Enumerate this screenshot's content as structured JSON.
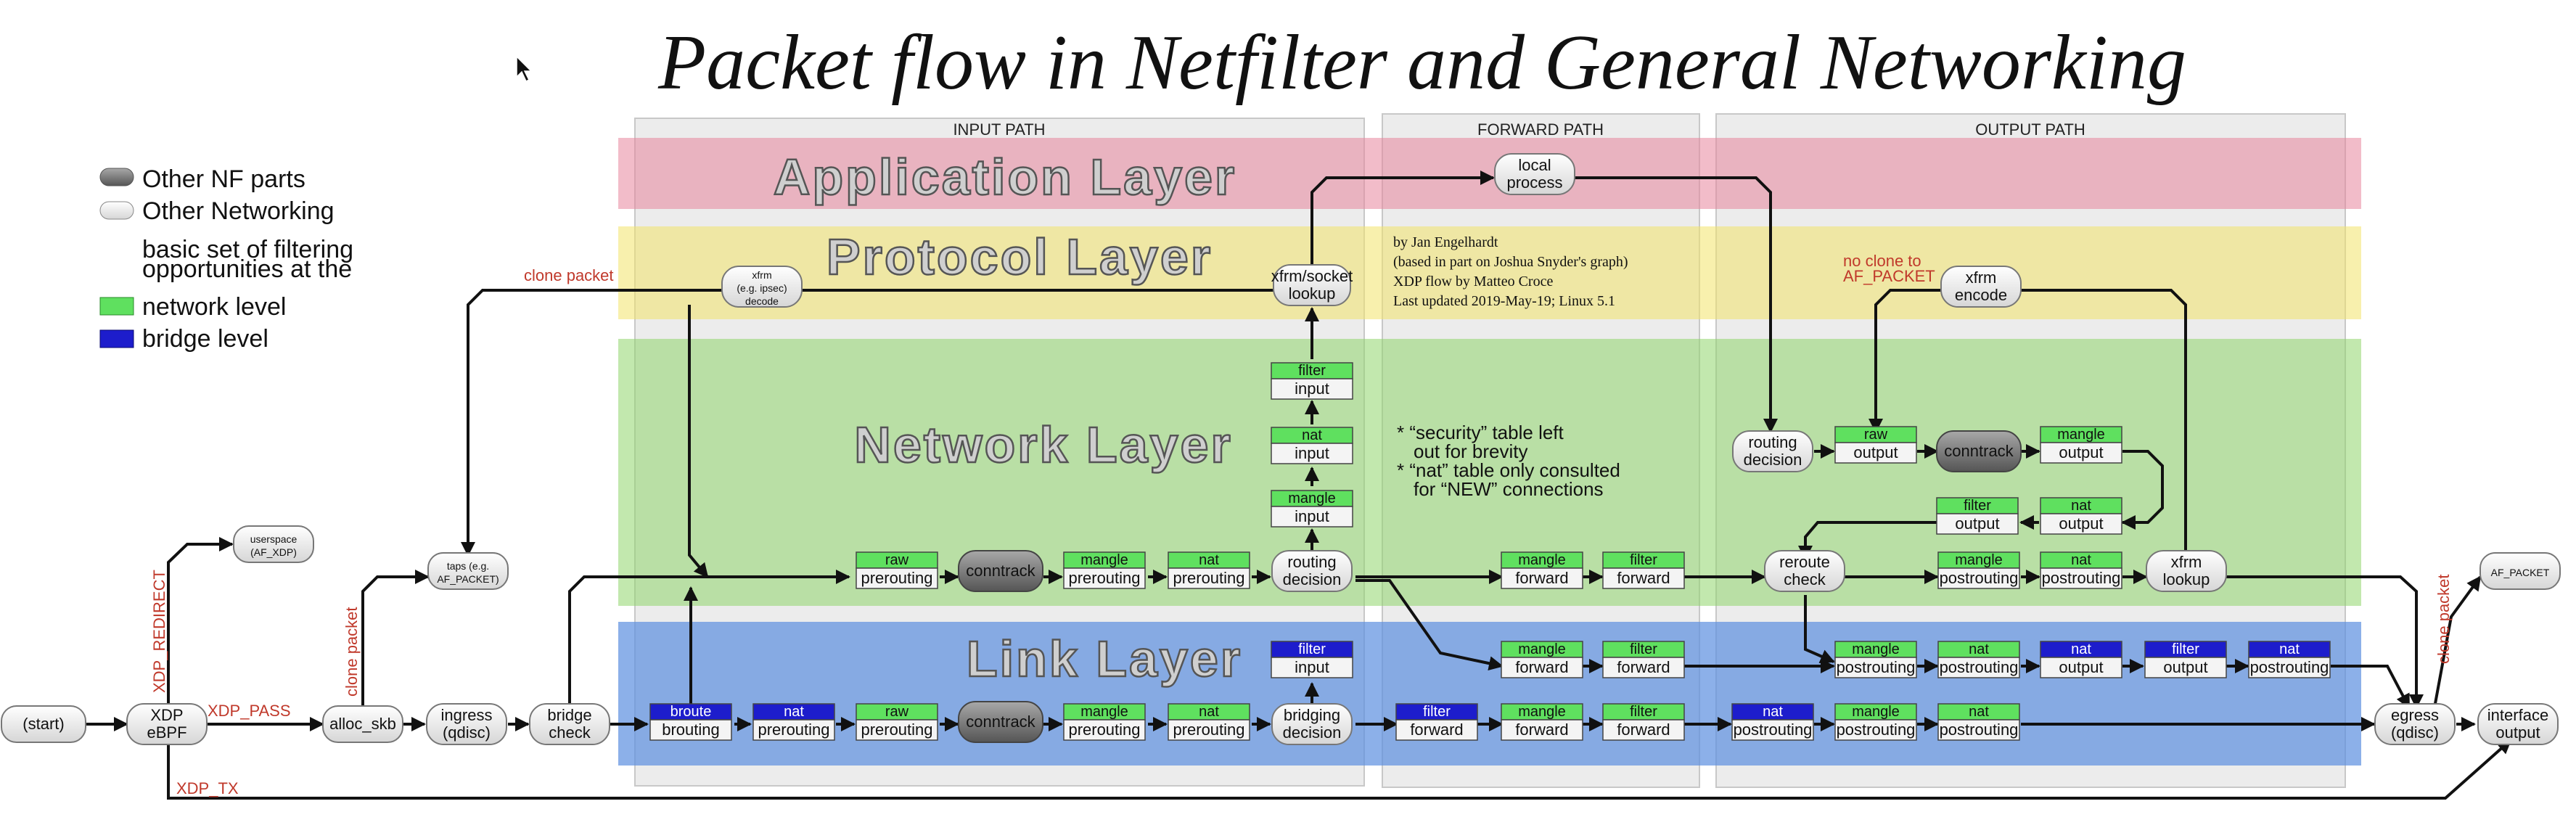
{
  "title": "Packet flow in Netfilter and General Networking",
  "paths": {
    "input": "INPUT PATH",
    "forward": "FORWARD PATH",
    "output": "OUTPUT PATH"
  },
  "layers": {
    "application": "Application Layer",
    "protocol": "Protocol Layer",
    "network": "Network Layer",
    "link": "Link Layer"
  },
  "legend": {
    "other_nf": "Other NF parts",
    "other_net": "Other Networking",
    "basic1": "basic set of filtering",
    "basic2": "opportunities at the",
    "network": "network level",
    "bridge": "bridge level",
    "colors": {
      "nf": "#7a7a7a",
      "net": "#f0f0f0",
      "network": "#5fe05f",
      "bridge": "#1d1dcc"
    }
  },
  "credits": {
    "l1": "by Jan Engelhardt",
    "l2": "(based in part on Joshua Snyder's graph)",
    "l3": "XDP flow by Matteo Croce",
    "l4": "Last updated 2019-May-19; Linux 5.1"
  },
  "notes": {
    "n1": "* “security” table left",
    "n2": "out for brevity",
    "n3": "* “nat” table only consulted",
    "n4": "for “NEW” connections"
  },
  "red_labels": {
    "clone_packet": "clone packet",
    "xdp_redirect": "XDP_REDIRECT",
    "xdp_pass": "XDP_PASS",
    "xdp_tx": "XDP_TX",
    "no_clone1": "no clone to",
    "no_clone2": "AF_PACKET"
  },
  "nodes": {
    "start": "(start)",
    "xdp1": "XDP",
    "xdp2": "eBPF",
    "userspace1": "userspace",
    "userspace2": "(AF_XDP)",
    "alloc_skb": "alloc_skb",
    "ingress1": "ingress",
    "ingress2": "(qdisc)",
    "taps1": "taps (e.g.",
    "taps2": "AF_PACKET)",
    "bridge_check1": "bridge",
    "bridge_check2": "check",
    "xfrm_decode1": "xfrm",
    "xfrm_decode2": "(e.g. ipsec)",
    "xfrm_decode3": "decode",
    "xfrm_socket1": "xfrm/socket",
    "xfrm_socket2": "lookup",
    "local1": "local",
    "local2": "process",
    "xfrm_encode1": "xfrm",
    "xfrm_encode2": "encode",
    "conntrack": "conntrack",
    "routing1": "routing",
    "routing2": "decision",
    "bridging1": "bridging",
    "bridging2": "decision",
    "reroute1": "reroute",
    "reroute2": "check",
    "xfrm_lookup1": "xfrm",
    "xfrm_lookup2": "lookup",
    "af_packet": "AF_PACKET",
    "egress1": "egress",
    "egress2": "(qdisc)",
    "iface1": "interface",
    "iface2": "output"
  },
  "tables": {
    "raw": "raw",
    "mangle": "mangle",
    "nat": "nat",
    "filter": "filter",
    "broute": "broute",
    "prerouting": "prerouting",
    "input": "input",
    "forward": "forward",
    "output": "output",
    "postrouting": "postrouting",
    "brouting": "brouting"
  }
}
